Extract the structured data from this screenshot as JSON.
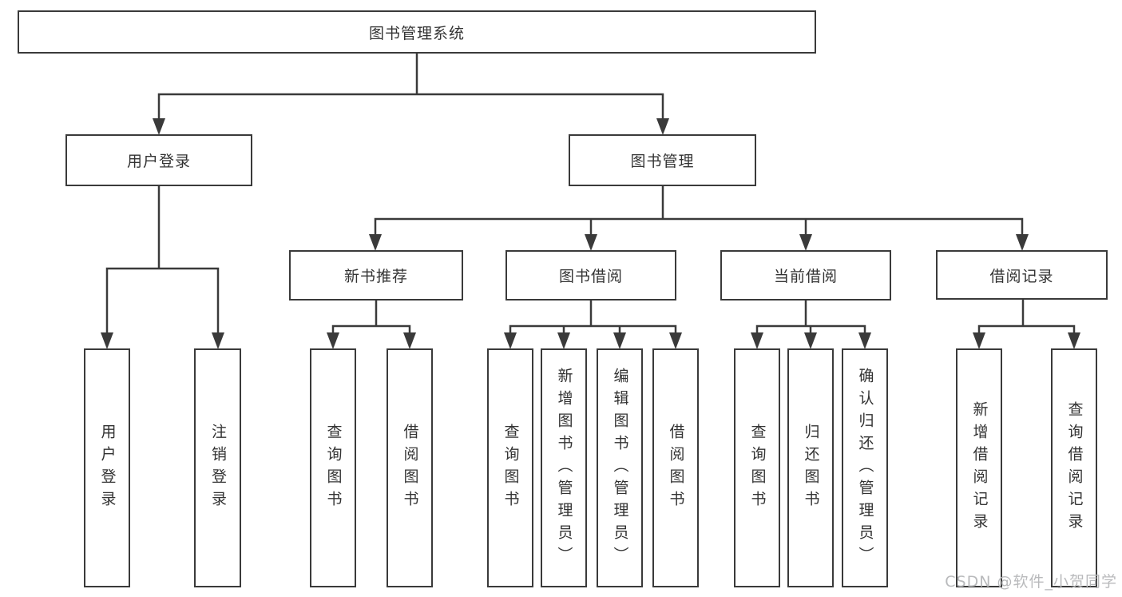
{
  "tree": {
    "label": "图书管理系统",
    "children": [
      {
        "label": "用户登录",
        "children": [
          {
            "label": "用户登录"
          },
          {
            "label": "注销登录"
          }
        ]
      },
      {
        "label": "图书管理",
        "children": [
          {
            "label": "新书推荐",
            "children": [
              {
                "label": "查询图书"
              },
              {
                "label": "借阅图书"
              }
            ]
          },
          {
            "label": "图书借阅",
            "children": [
              {
                "label": "查询图书"
              },
              {
                "label": "新增图书（管理员）"
              },
              {
                "label": "编辑图书（管理员）"
              },
              {
                "label": "借阅图书"
              }
            ]
          },
          {
            "label": "当前借阅",
            "children": [
              {
                "label": "查询图书"
              },
              {
                "label": "归还图书"
              },
              {
                "label": "确认归还（管理员）"
              }
            ]
          },
          {
            "label": "借阅记录",
            "children": [
              {
                "label": "新增借阅记录"
              },
              {
                "label": "查询借阅记录"
              }
            ]
          }
        ]
      }
    ]
  },
  "watermark": {
    "text": "CSDN @软件_小贺同学"
  },
  "colors": {
    "line": "#3a3a3a",
    "box_border": "#3a3a3a",
    "text": "#333333",
    "watermark": "#b9babc",
    "background": "#ffffff"
  }
}
